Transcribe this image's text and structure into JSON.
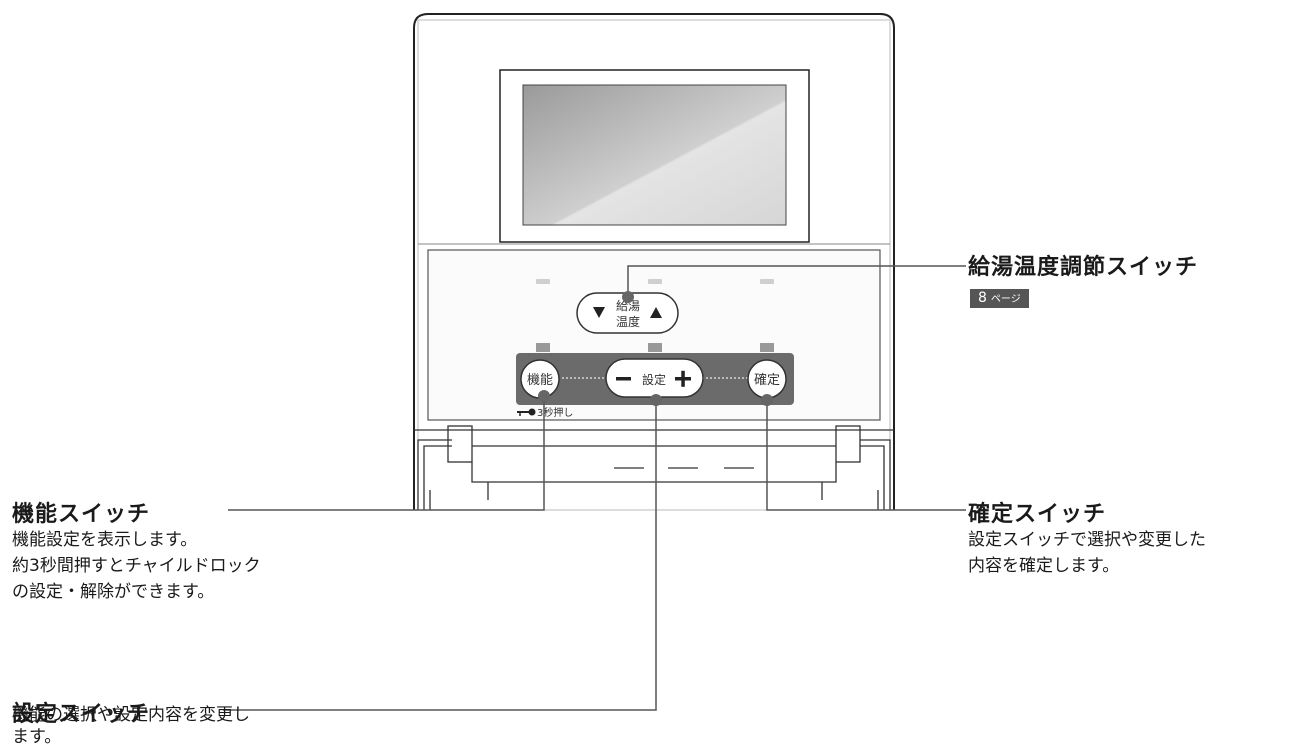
{
  "buttons": {
    "kyutou_top": "給湯",
    "kyutou_bottom": "温度",
    "kinou": "機能",
    "settei": "設定",
    "kakutei": "確定",
    "lock_hint": "3秒押し"
  },
  "callouts": {
    "kyutou": {
      "title": "給湯温度調節スイッチ",
      "page_num": "8",
      "page_unit": "ページ"
    },
    "kinou": {
      "title": "機能スイッチ",
      "lines": [
        "機能設定を表示します。",
        "約3秒間押すとチャイルドロック",
        "の設定・解除ができます。"
      ]
    },
    "kakutei": {
      "title": "確定スイッチ",
      "lines": [
        "設定スイッチで選択や変更した",
        "内容を確定します。"
      ]
    },
    "settei": {
      "title": "設定スイッチ",
      "lines": [
        "機能の選択や設定内容を変更し",
        "ます。"
      ]
    }
  },
  "icons": [
    "down-triangle-icon",
    "up-triangle-icon",
    "minus-icon",
    "plus-icon",
    "key-lock-icon"
  ]
}
